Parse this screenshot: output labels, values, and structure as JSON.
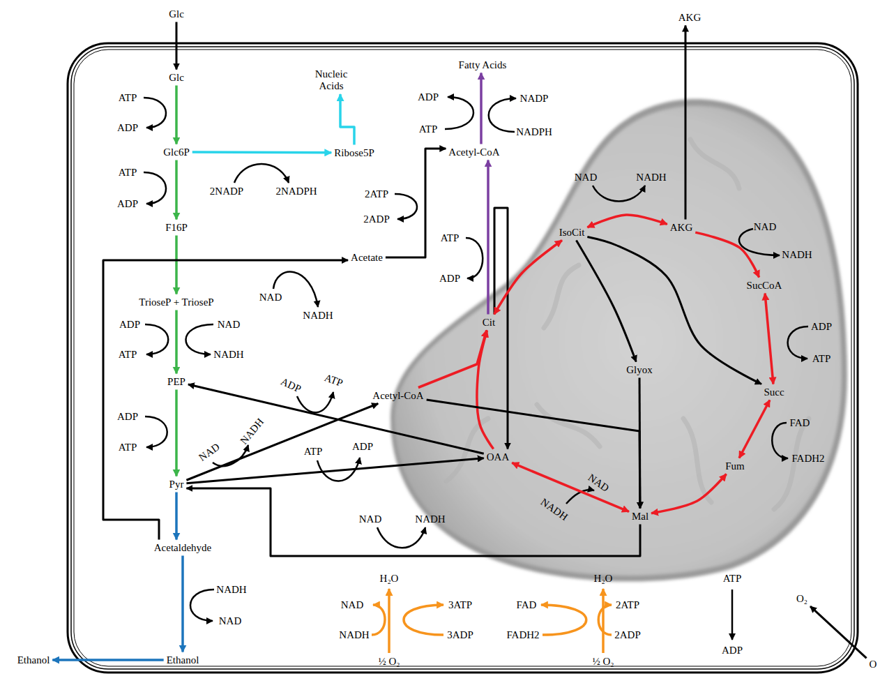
{
  "diagram": {
    "nodes": [
      {
        "text": [
          "Glc"
        ]
      },
      {
        "text": [
          "Glc"
        ]
      },
      {
        "text": [
          "Glc6P"
        ]
      },
      {
        "text": [
          "F16P"
        ]
      },
      {
        "text": [
          "TrioseP + TrioseP"
        ]
      },
      {
        "text": [
          "PEP"
        ]
      },
      {
        "text": [
          "Pyr"
        ]
      },
      {
        "text": [
          "Acetaldehyde"
        ]
      },
      {
        "text": [
          "Ethanol"
        ]
      },
      {
        "text": [
          "Ethanol"
        ]
      },
      {
        "text": [
          "Nucleic Acids"
        ]
      },
      {
        "text": [
          "Ribose5P"
        ]
      },
      {
        "text": [
          "Fatty Acids"
        ]
      },
      {
        "text": [
          "Acetyl-CoA"
        ]
      },
      {
        "text": [
          "Acetate"
        ]
      },
      {
        "text": [
          "Cit"
        ]
      },
      {
        "text": [
          "IsoCit"
        ]
      },
      {
        "text": [
          "AKG"
        ]
      },
      {
        "text": [
          "AKG"
        ]
      },
      {
        "text": [
          "SucCoA"
        ]
      },
      {
        "text": [
          "Succ"
        ]
      },
      {
        "text": [
          "Acetyl-CoA"
        ]
      },
      {
        "text": [
          "Glyox"
        ]
      },
      {
        "text": [
          "OAA"
        ]
      },
      {
        "text": [
          "Fum"
        ]
      },
      {
        "text": [
          "Mal"
        ]
      },
      {
        "text": [
          "O₂"
        ]
      },
      {
        "text": [
          "O"
        ]
      }
    ],
    "edges": [
      {
        "from": 0,
        "to": 1,
        "arrow": "to"
      },
      {
        "from": 1,
        "to": 2,
        "arrow": "to"
      },
      {
        "from": 2,
        "to": 3,
        "arrow": "to"
      },
      {
        "from": 3,
        "to": 4,
        "arrow": "to"
      },
      {
        "from": 4,
        "to": 5,
        "arrow": "to"
      },
      {
        "from": 5,
        "to": 6,
        "arrow": "to"
      },
      {
        "from": 6,
        "to": 7,
        "arrow": "to"
      },
      {
        "from": 7,
        "to": 8,
        "arrow": "to"
      },
      {
        "from": 8,
        "to": 9,
        "arrow": "to"
      },
      {
        "from": 2,
        "to": 11,
        "arrow": "to"
      },
      {
        "from": 11,
        "to": 10,
        "arrow": "to"
      },
      {
        "from": 7,
        "to": 14,
        "arrow": "to"
      },
      {
        "from": 14,
        "to": 13,
        "arrow": "to"
      },
      {
        "from": 13,
        "to": 12,
        "arrow": "to"
      },
      {
        "from": 15,
        "to": 13,
        "arrow": "to"
      },
      {
        "from": 15,
        "to": 23,
        "arrow": "to"
      },
      {
        "from": 6,
        "to": 21,
        "arrow": "to"
      },
      {
        "from": 6,
        "to": 23,
        "arrow": "to"
      },
      {
        "from": 23,
        "to": 5,
        "arrow": "to"
      },
      {
        "from": 23,
        "to": 15,
        "arrow": "to"
      },
      {
        "from": 21,
        "to": 15,
        "arrow": "to"
      },
      {
        "from": 15,
        "to": 16,
        "arrow": "both"
      },
      {
        "from": 16,
        "to": 18,
        "arrow": "both"
      },
      {
        "from": 18,
        "to": 19,
        "arrow": "to"
      },
      {
        "from": 19,
        "to": 20,
        "arrow": "both"
      },
      {
        "from": 20,
        "to": 24,
        "arrow": "both"
      },
      {
        "from": 24,
        "to": 25,
        "arrow": "both"
      },
      {
        "from": 25,
        "to": 23,
        "arrow": "both"
      },
      {
        "from": 16,
        "to": 22,
        "arrow": "to"
      },
      {
        "from": 16,
        "to": 20,
        "arrow": "to"
      },
      {
        "from": 22,
        "to": 25,
        "arrow": "to"
      },
      {
        "from": 21,
        "to": 25,
        "arrow": "to"
      },
      {
        "from": 25,
        "to": 6,
        "arrow": "to"
      },
      {
        "from": 18,
        "to": 17,
        "arrow": "to"
      },
      {
        "from": 27,
        "to": 26,
        "arrow": "to"
      }
    ],
    "labels": [
      "ATP",
      "ADP",
      "ATP",
      "ADP",
      "2NADP",
      "2NADPH",
      "ADP",
      "ATP",
      "NADP",
      "NADPH",
      "2ATP",
      "2ADP",
      "NAD",
      "NADH",
      "NAD",
      "NADH",
      "ATP",
      "ADP",
      "NAD",
      "NADH",
      "ADP",
      "NAD",
      "ATP",
      "NADH",
      "ADP",
      "ATP",
      "ADP",
      "ATP",
      "ADP",
      "ATP",
      "FAD",
      "FADH2",
      "ATP",
      "ADP",
      "NAD",
      "NADH",
      "NADH",
      "NAD",
      "NAD",
      "NADH",
      "H₂O",
      "H₂O",
      "ATP",
      "NADH",
      "NAD",
      "NAD",
      "3ATP",
      "NADH",
      "3ADP",
      "FAD",
      "2ATP",
      "FADH2",
      "2ADP",
      "ADP",
      "½ O₂",
      "½ O₂"
    ]
  }
}
